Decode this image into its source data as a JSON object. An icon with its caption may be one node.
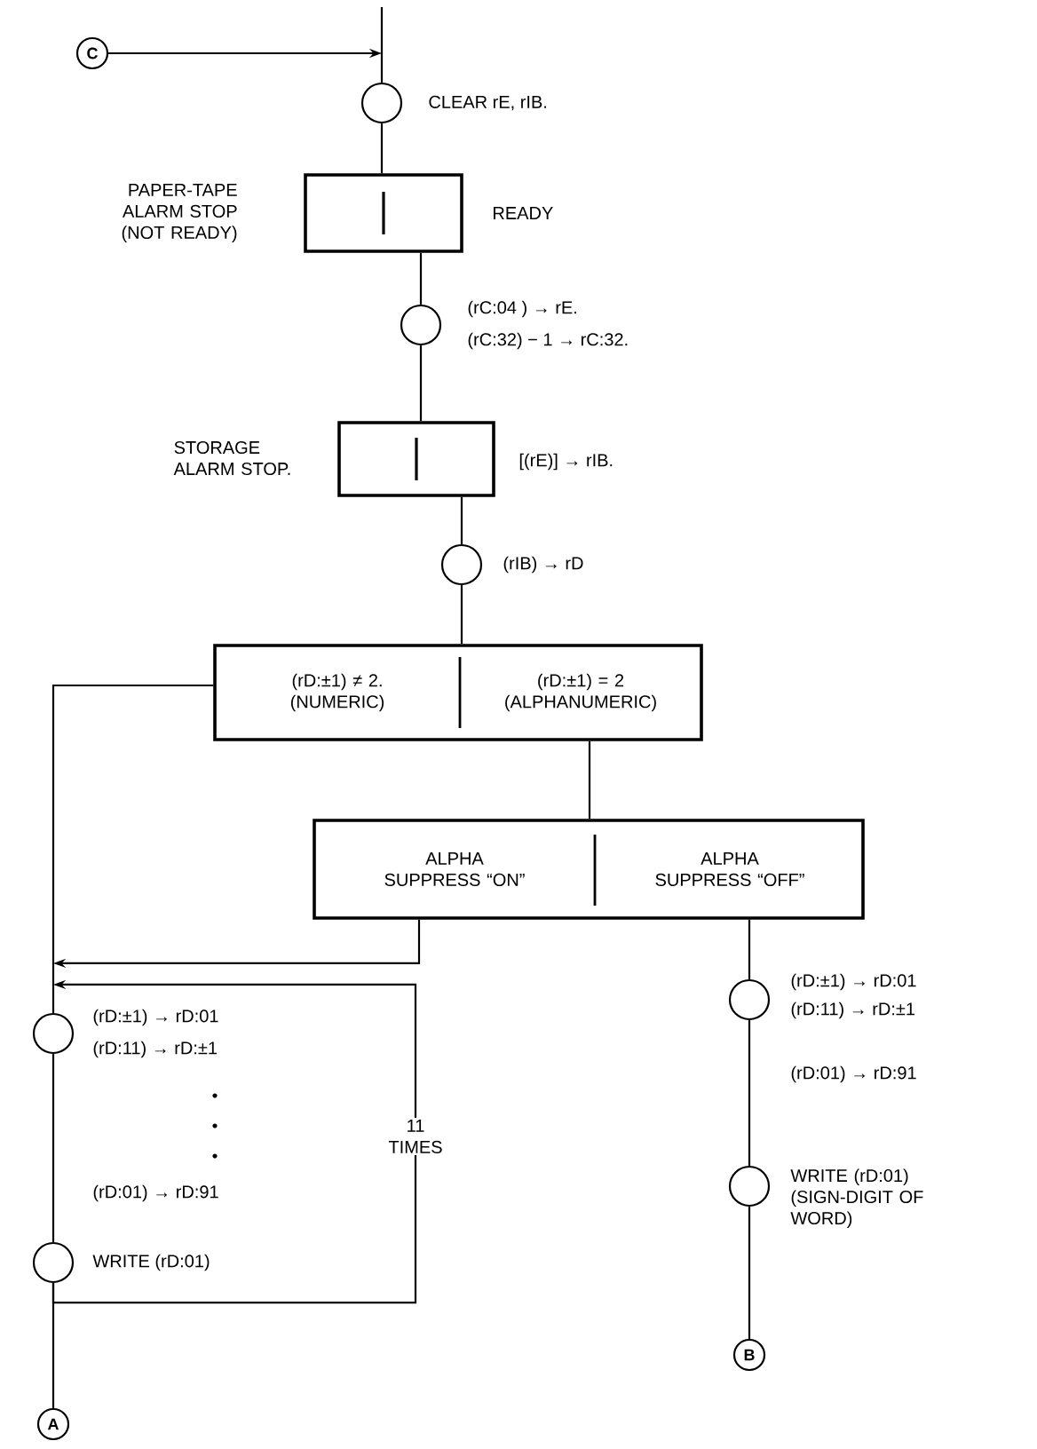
{
  "diagram": {
    "nodes": [
      {
        "text": [
          "C"
        ]
      },
      {
        "text": [],
        "shape": "circle",
        "beside": [
          "CLEAR rE, rIB."
        ]
      },
      {
        "text": [],
        "shape": "box",
        "beside": [
          "PAPER-TAPE ALARM STOP (NOT READY)",
          "READY"
        ]
      },
      {
        "text": [],
        "shape": "circle",
        "beside": [
          "(rC:04 ) → rE.",
          "(rC:32) − 1 → rC:32."
        ]
      },
      {
        "text": [],
        "shape": "box",
        "beside": [
          "STORAGE ALARM STOP.",
          "[(rE)] → rIB."
        ]
      },
      {
        "text": [],
        "shape": "circle",
        "beside": [
          "(rIB) → rD"
        ]
      },
      {
        "text": [
          "(rD:±1) ≠ 2. (NUMERIC)",
          "(rD:±1) = 2 (ALPHANUMERIC)"
        ]
      },
      {
        "text": [
          "ALPHA SUPPRESS “ON”",
          "ALPHA SUPPRESS “OFF”"
        ]
      },
      {
        "text": [],
        "shape": "circle",
        "beside": [
          "(rD:±1) → rD:01",
          "(rD:11) → rD:±1"
        ]
      },
      {
        "text": [],
        "shape": "circle",
        "beside": [
          "WRITE (rD:01)"
        ]
      },
      {
        "text": [
          "A"
        ]
      },
      {
        "text": [],
        "shape": "circle",
        "beside": [
          "(rD:±1) → rD:01",
          "(rD:11) → rD:±1",
          "(rD:01) → rD:91"
        ]
      },
      {
        "text": [],
        "shape": "circle",
        "beside": [
          "WRITE (rD:01) (SIGN-DIGIT OF WORD)"
        ]
      },
      {
        "text": [
          "B"
        ]
      }
    ],
    "edges": [
      {
        "from": null,
        "to": 1,
        "arrow": "none"
      },
      {
        "from": 0,
        "to": 1,
        "arrow": "to"
      },
      {
        "from": 1,
        "to": 2,
        "arrow": "none"
      },
      {
        "from": 2,
        "to": 3,
        "arrow": "none"
      },
      {
        "from": 3,
        "to": 4,
        "arrow": "none"
      },
      {
        "from": 4,
        "to": 5,
        "arrow": "none"
      },
      {
        "from": 5,
        "to": 6,
        "arrow": "none"
      },
      {
        "from": 6,
        "to": 8,
        "arrow": "none"
      },
      {
        "from": 6,
        "to": 7,
        "arrow": "none"
      },
      {
        "from": 7,
        "to": 8,
        "arrow": "to"
      },
      {
        "from": 7,
        "to": 11,
        "arrow": "none"
      },
      {
        "from": 8,
        "to": 9,
        "arrow": "none"
      },
      {
        "from": 9,
        "to": 8,
        "arrow": "to",
        "label": "11 TIMES"
      },
      {
        "from": 9,
        "to": 10,
        "arrow": "none"
      },
      {
        "from": 11,
        "to": 12,
        "arrow": "none"
      },
      {
        "from": 12,
        "to": 13,
        "arrow": "none"
      }
    ],
    "labels": [
      "(rD:01) → rD:91"
    ]
  }
}
